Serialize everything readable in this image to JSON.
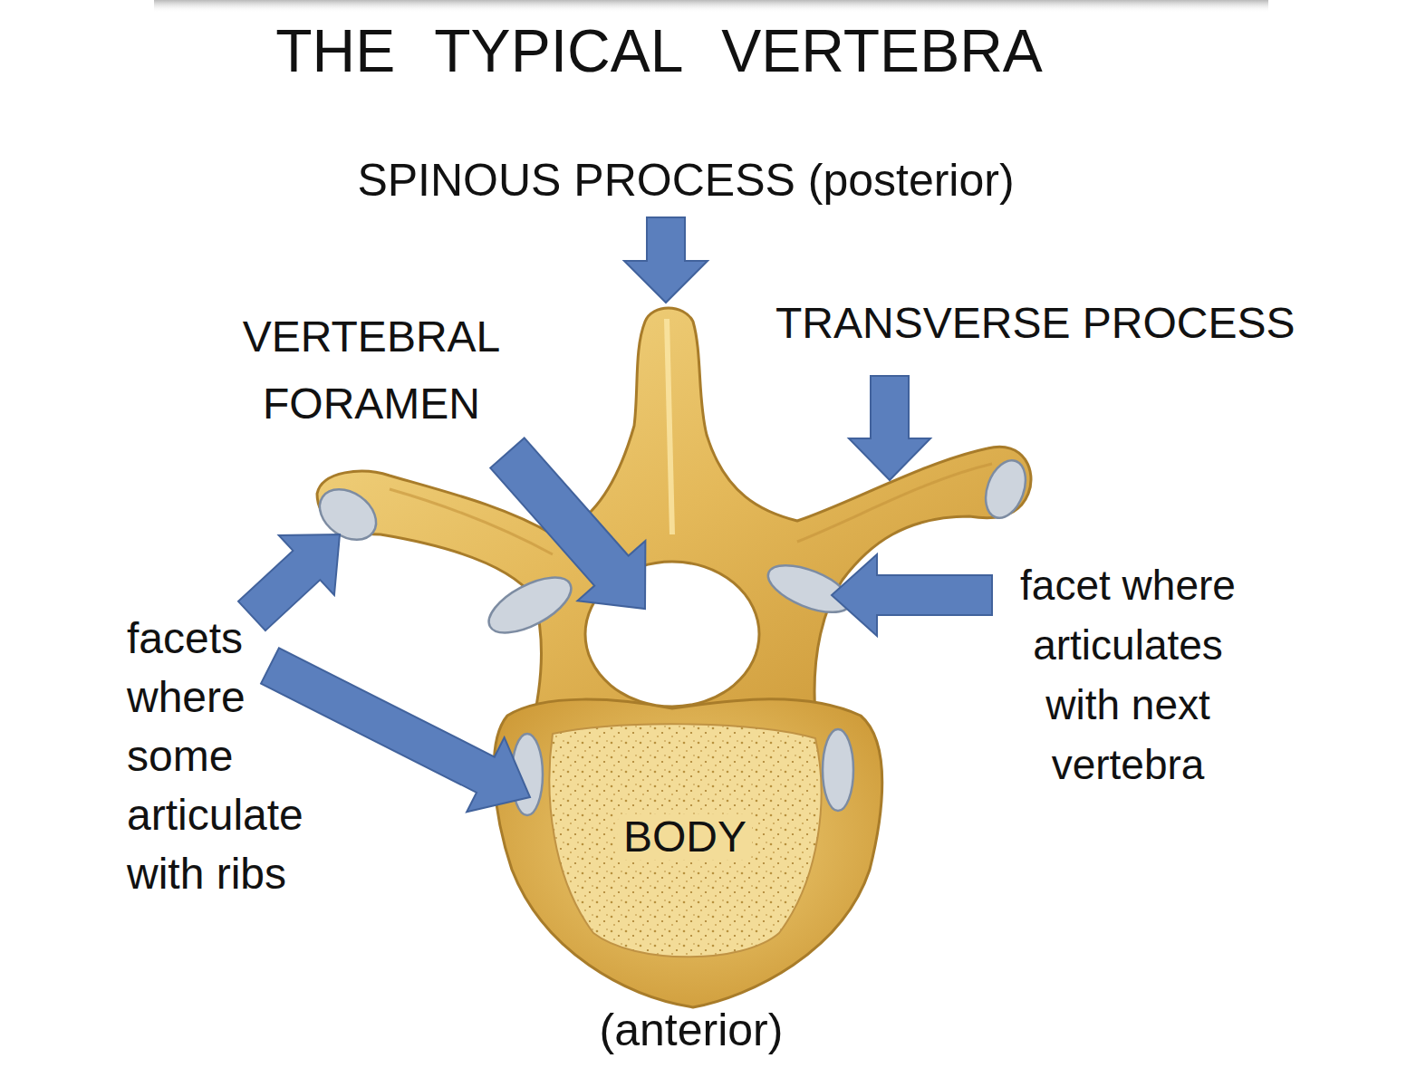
{
  "diagram": {
    "title": "THE TYPICAL VERTEBRA",
    "labels": [
      "SPINOUS PROCESS (posterior)",
      "VERTEBRAL FORAMEN",
      "TRANSVERSE PROCESS",
      "facets where some articulate with ribs",
      "facet where articulates with next vertebra",
      "BODY",
      "(anterior)"
    ]
  }
}
